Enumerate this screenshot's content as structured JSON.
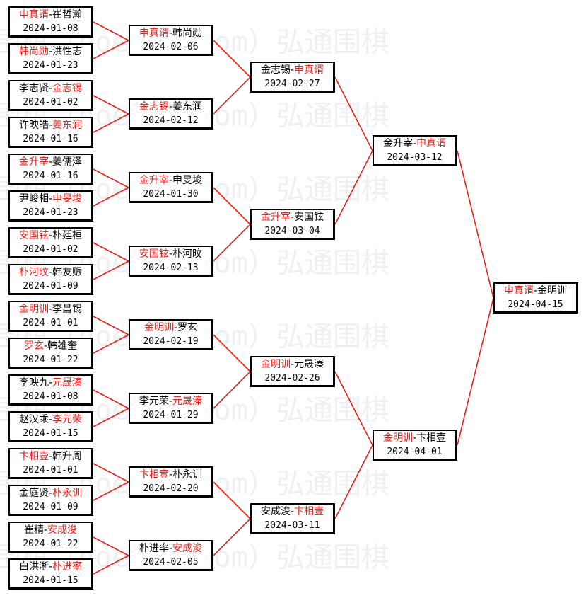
{
  "watermark": "弘通围棋（hoetom.com）弘通围棋",
  "colors": {
    "winner": "#e8201c",
    "line": "#e8201c",
    "text": "#000000"
  },
  "rounds": [
    [
      {
        "p1": "申真谞",
        "p2": "崔哲瀚",
        "winner": 1,
        "date": "2024-01-08"
      },
      {
        "p1": "韩尚勋",
        "p2": "洪性志",
        "winner": 1,
        "date": "2024-01-23"
      },
      {
        "p1": "李志贤",
        "p2": "金志锡",
        "winner": 2,
        "date": "2024-01-02"
      },
      {
        "p1": "许映皓",
        "p2": "姜东润",
        "winner": 2,
        "date": "2024-01-16"
      },
      {
        "p1": "金升宰",
        "p2": "姜儒泽",
        "winner": 1,
        "date": "2024-01-16"
      },
      {
        "p1": "尹峻相",
        "p2": "申旻埈",
        "winner": 2,
        "date": "2024-01-23"
      },
      {
        "p1": "安国铉",
        "p2": "朴廷桓",
        "winner": 1,
        "date": "2024-01-02"
      },
      {
        "p1": "朴河旼",
        "p2": "韩友赈",
        "winner": 1,
        "date": "2024-01-09"
      },
      {
        "p1": "金明训",
        "p2": "李昌锡",
        "winner": 1,
        "date": "2024-01-01"
      },
      {
        "p1": "罗玄",
        "p2": "韩雄奎",
        "winner": 1,
        "date": "2024-01-22"
      },
      {
        "p1": "李映九",
        "p2": "元晟溱",
        "winner": 2,
        "date": "2024-01-08"
      },
      {
        "p1": "赵汉乘",
        "p2": "李元荣",
        "winner": 2,
        "date": "2024-01-15"
      },
      {
        "p1": "卞相壹",
        "p2": "韩升周",
        "winner": 1,
        "date": "2024-01-01"
      },
      {
        "p1": "金庭贤",
        "p2": "朴永训",
        "winner": 2,
        "date": "2024-01-09"
      },
      {
        "p1": "崔精",
        "p2": "安成浚",
        "winner": 2,
        "date": "2024-01-22"
      },
      {
        "p1": "白洪淅",
        "p2": "朴进率",
        "winner": 2,
        "date": "2024-01-15"
      }
    ],
    [
      {
        "p1": "申真谞",
        "p2": "韩尚勋",
        "winner": 1,
        "date": "2024-02-06"
      },
      {
        "p1": "金志锡",
        "p2": "姜东润",
        "winner": 1,
        "date": "2024-02-12"
      },
      {
        "p1": "金升宰",
        "p2": "申旻埈",
        "winner": 1,
        "date": "2024-01-30"
      },
      {
        "p1": "安国铉",
        "p2": "朴河旼",
        "winner": 1,
        "date": "2024-02-13"
      },
      {
        "p1": "金明训",
        "p2": "罗玄",
        "winner": 1,
        "date": "2024-02-19"
      },
      {
        "p1": "李元荣",
        "p2": "元晟溱",
        "winner": 2,
        "date": "2024-01-29"
      },
      {
        "p1": "卞相壹",
        "p2": "朴永训",
        "winner": 1,
        "date": "2024-02-20"
      },
      {
        "p1": "朴进率",
        "p2": "安成浚",
        "winner": 2,
        "date": "2024-02-05"
      }
    ],
    [
      {
        "p1": "金志锡",
        "p2": "申真谞",
        "winner": 2,
        "date": "2024-02-27"
      },
      {
        "p1": "金升宰",
        "p2": "安国铉",
        "winner": 1,
        "date": "2024-03-04"
      },
      {
        "p1": "金明训",
        "p2": "元晟溱",
        "winner": 1,
        "date": "2024-02-26"
      },
      {
        "p1": "安成浚",
        "p2": "卞相壹",
        "winner": 2,
        "date": "2024-03-11"
      }
    ],
    [
      {
        "p1": "金升宰",
        "p2": "申真谞",
        "winner": 2,
        "date": "2024-03-12"
      },
      {
        "p1": "金明训",
        "p2": "卞相壹",
        "winner": 1,
        "date": "2024-04-01"
      }
    ],
    [
      {
        "p1": "申真谞",
        "p2": "金明训",
        "winner": 1,
        "date": "2024-04-15"
      }
    ]
  ]
}
